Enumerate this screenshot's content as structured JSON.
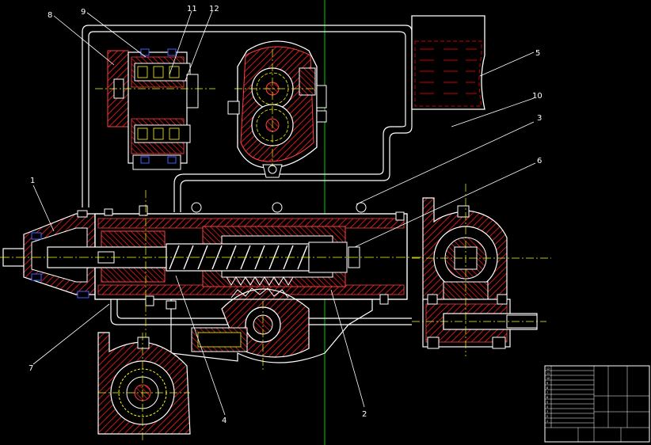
{
  "colors": {
    "background": "#000000",
    "outline": "#ffffff",
    "section_hatch": "#ff2020",
    "center_line": "#ffff00",
    "hidden_line": "#ff3030",
    "cursor_line": "#00cc00",
    "oil": "#cc0000",
    "accent_blue": "#4060ff",
    "accent_cyan": "#00e0e0",
    "accent_magenta": "#ff40ff"
  },
  "part_labels": [
    {
      "id": "label-1",
      "text": "1"
    },
    {
      "id": "label-2",
      "text": "2"
    },
    {
      "id": "label-3",
      "text": "3"
    },
    {
      "id": "label-4",
      "text": "4"
    },
    {
      "id": "label-5",
      "text": "5"
    },
    {
      "id": "label-6",
      "text": "6"
    },
    {
      "id": "label-7",
      "text": "7"
    },
    {
      "id": "label-8",
      "text": "8"
    },
    {
      "id": "label-9",
      "text": "9"
    },
    {
      "id": "label-10",
      "text": "10"
    },
    {
      "id": "label-11",
      "text": "11"
    },
    {
      "id": "label-12",
      "text": "12"
    }
  ],
  "title_block": {
    "rows": [
      "12",
      "11",
      "10",
      "9",
      "8",
      "7",
      "6",
      "5",
      "4",
      "3",
      "2",
      "1"
    ]
  }
}
